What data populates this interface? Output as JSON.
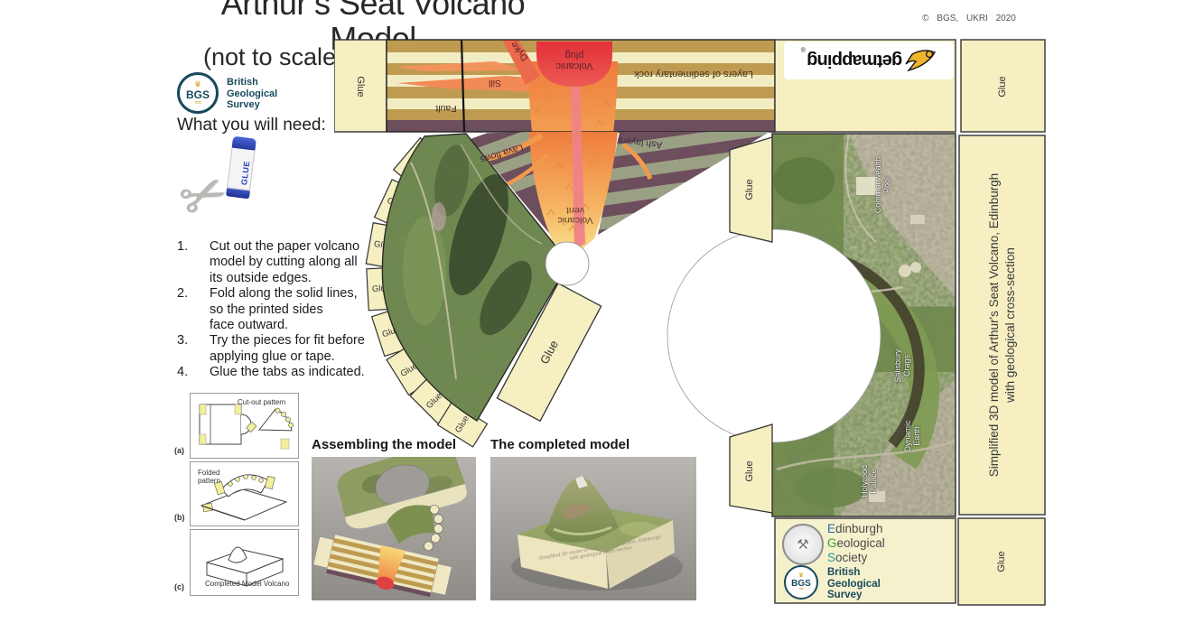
{
  "header": {
    "title": "Arthur’s Seat Volcano Model",
    "subtitle": "(not to scale)",
    "copyright": "© BGS, UKRI 2020"
  },
  "bgs": {
    "abbr": "BGS",
    "crown": "♛",
    "wave": "≈≈",
    "name": "British\nGeological\nSurvey"
  },
  "egs": {
    "seal_glyph": "⚒",
    "e_init": "E",
    "e_rest": "dinburgh",
    "g_init": "G",
    "g_rest": "eological",
    "s_init": "S",
    "s_rest": "ociety"
  },
  "getmapping": {
    "name": "getmapping",
    "reg": "®"
  },
  "materials": {
    "heading": "What you will need:",
    "glue_stick_label": "GLUE"
  },
  "instructions": [
    {
      "num": "1.",
      "text": "Cut out the paper volcano\nmodel by cutting along all\nits outside edges."
    },
    {
      "num": "2.",
      "text": "Fold along the solid lines,\nso the printed sides\nface outward."
    },
    {
      "num": "3.",
      "text": "Try the pieces for fit before\napplying glue or tape."
    },
    {
      "num": "4.",
      "text": "Glue the tabs as indicated."
    }
  ],
  "figures": [
    {
      "tag": "(a)",
      "caption": "Cut-out pattern"
    },
    {
      "tag": "(b)",
      "caption": "Folded\npattern"
    },
    {
      "tag": "(c)",
      "caption": "Completed Model Volcano"
    }
  ],
  "photos": {
    "assembling_heading": "Assembling the model",
    "completed_heading": "The completed model",
    "box_text": "Simplified 3D model of Arthur's Seat Volcano, Edinburgh\nwith geological cross-section"
  },
  "pattern": {
    "glue": "Glue",
    "labels": {
      "plug": "Volcanic\nplug",
      "dyke": "Dyke",
      "sill": "Sill",
      "fault": "Fault",
      "sedimentary": "Layers of sedimentary rock",
      "ash": "Ash layers",
      "lava": "Lava flows",
      "vent": "Volcanic\nvent"
    }
  },
  "base_map": {
    "commonwealth": "Commonwealth\nPool",
    "salisbury": "Salisbury\nCrags",
    "dynamic": "Dynamic\nEarth",
    "holyrood": "Holyrood\nPalace"
  },
  "side_panel": {
    "text": "Simplified 3D model of Arthur's Seat Volcano, Edinburgh\nwith geological cross-section"
  },
  "colors": {
    "paper_tab": "#f5efc2",
    "layer_tan": "#bf9b51",
    "layer_cream": "#f2ecc3",
    "layer_purple": "#6d4e5c",
    "ash_green": "#9aa083",
    "vent_orange": "#f5a855",
    "plug_red": "#e8434a",
    "bgs_navy": "#174a5e",
    "egs_blue": "#2b6cb8",
    "egs_green": "#3aa23a",
    "egs_teal": "#2a9aa8",
    "getmapping_yellow": "#f0b42c"
  }
}
